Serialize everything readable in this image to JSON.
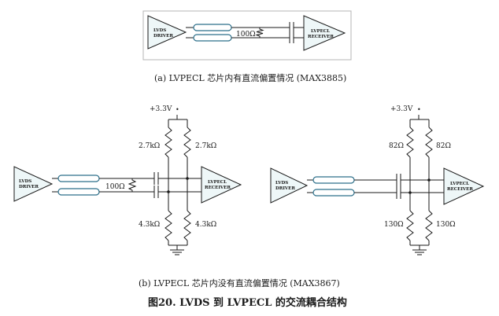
{
  "panel_a": {
    "driver_line1": "LVDS",
    "driver_line2": "DRIVER",
    "receiver_line1": "LVPECL",
    "receiver_line2": "RECEIVER",
    "termination": "100Ω",
    "caption": "(a)   LVPECL 芯片内有直流偏置情况 (MAX3885)"
  },
  "panel_b_left": {
    "driver_line1": "LVDS",
    "driver_line2": "DRIVER",
    "receiver_line1": "LVPECL",
    "receiver_line2": "RECEIVER",
    "supply": "+3.3V",
    "termination": "100Ω",
    "pullup_left": "2.7kΩ",
    "pullup_right": "2.7kΩ",
    "pulldown_left": "4.3kΩ",
    "pulldown_right": "4.3kΩ"
  },
  "panel_b_right": {
    "driver_line1": "LVDS",
    "driver_line2": "DRIVER",
    "receiver_line1": "LVPECL",
    "receiver_line2": "RECEIVER",
    "supply": "+3.3V",
    "pullup_left": "82Ω",
    "pullup_right": "82Ω",
    "pulldown_left": "130Ω",
    "pulldown_right": "130Ω"
  },
  "caption_b": "(b)  LVPECL 芯片内没有直流偏置情况 (MAX3867)",
  "figure_title": "图20.   LVDS 到 LVPECL 的交流耦合结构"
}
